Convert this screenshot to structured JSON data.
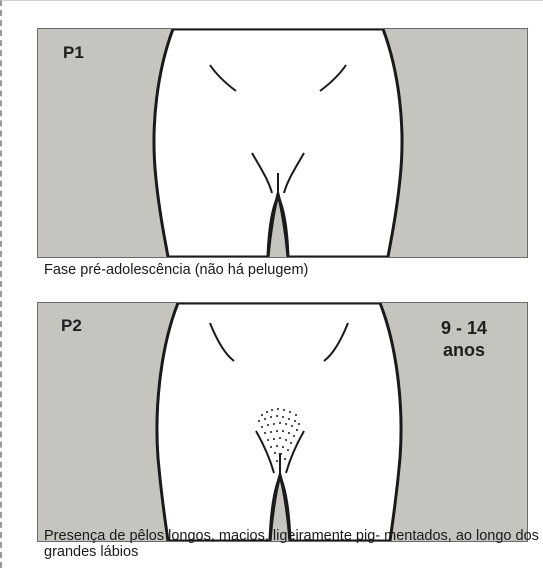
{
  "stages": [
    {
      "id": "P1",
      "label": "P1",
      "caption": "Fase pré-adolescência (não há pelugem)"
    },
    {
      "id": "P2",
      "label": "P2",
      "age_range": "9 - 14",
      "age_unit": "anos",
      "caption": "Presença de pêlos longos, macios, ligeiramente pig- mentados, ao longo dos grandes lábios"
    }
  ],
  "colors": {
    "background_panel": "#c6c4bf",
    "figure_fill": "#ffffff",
    "outline": "#1a1a1a"
  }
}
